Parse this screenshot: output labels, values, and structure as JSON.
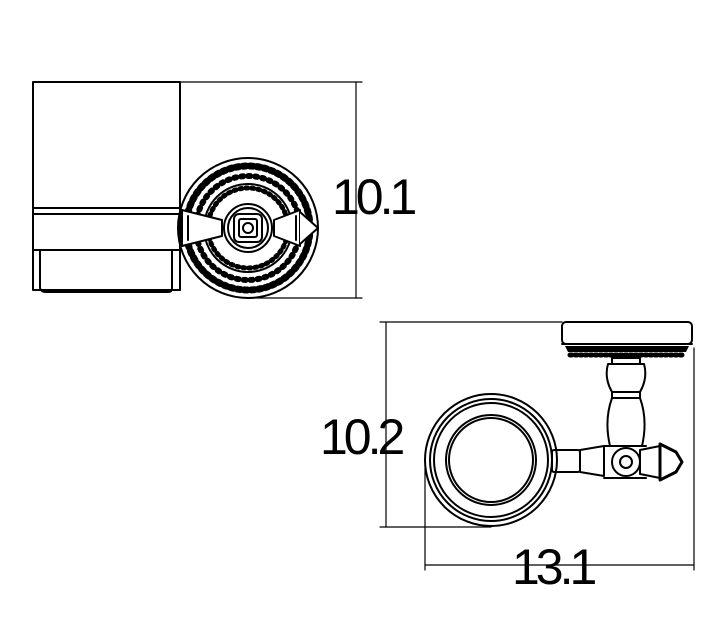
{
  "dimensions": {
    "front_height": "10.1",
    "side_height": "10.2",
    "side_width": "13.1"
  },
  "colors": {
    "line": "#000000",
    "background": "#ffffff"
  }
}
